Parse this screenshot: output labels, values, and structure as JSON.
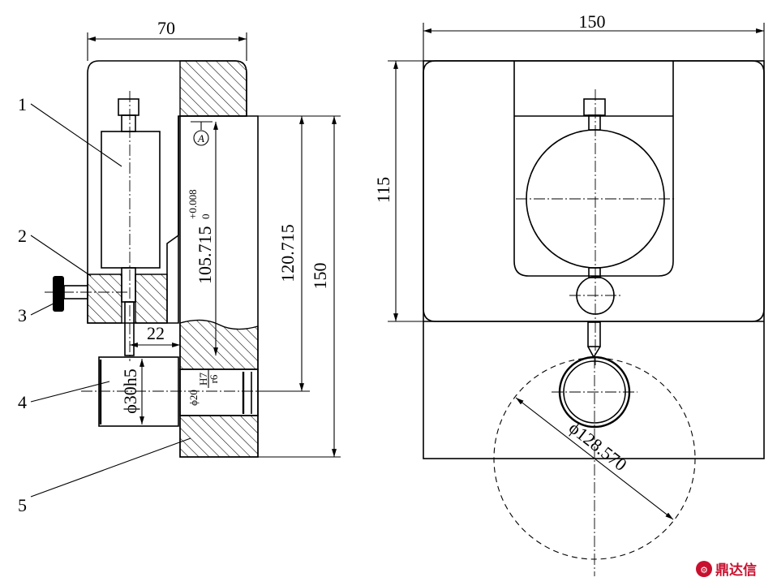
{
  "left_view": {
    "dim_width": "70",
    "dim_22": "22",
    "dim_shaft": "ϕ30h5",
    "dim_fit_prefix": "ϕ20",
    "dim_fit_upper": "H7",
    "dim_fit_lower": "r6",
    "dim_main": "105.715",
    "tol_upper": "+0.008",
    "tol_lower": "0",
    "dim_120": "120.715",
    "dim_150": "150",
    "datum": "A",
    "part_labels": [
      "1",
      "2",
      "3",
      "4",
      "5"
    ]
  },
  "right_view": {
    "dim_width": "150",
    "dim_height": "115",
    "dim_circle": "ϕ128.570"
  },
  "watermark": "鼎达信"
}
